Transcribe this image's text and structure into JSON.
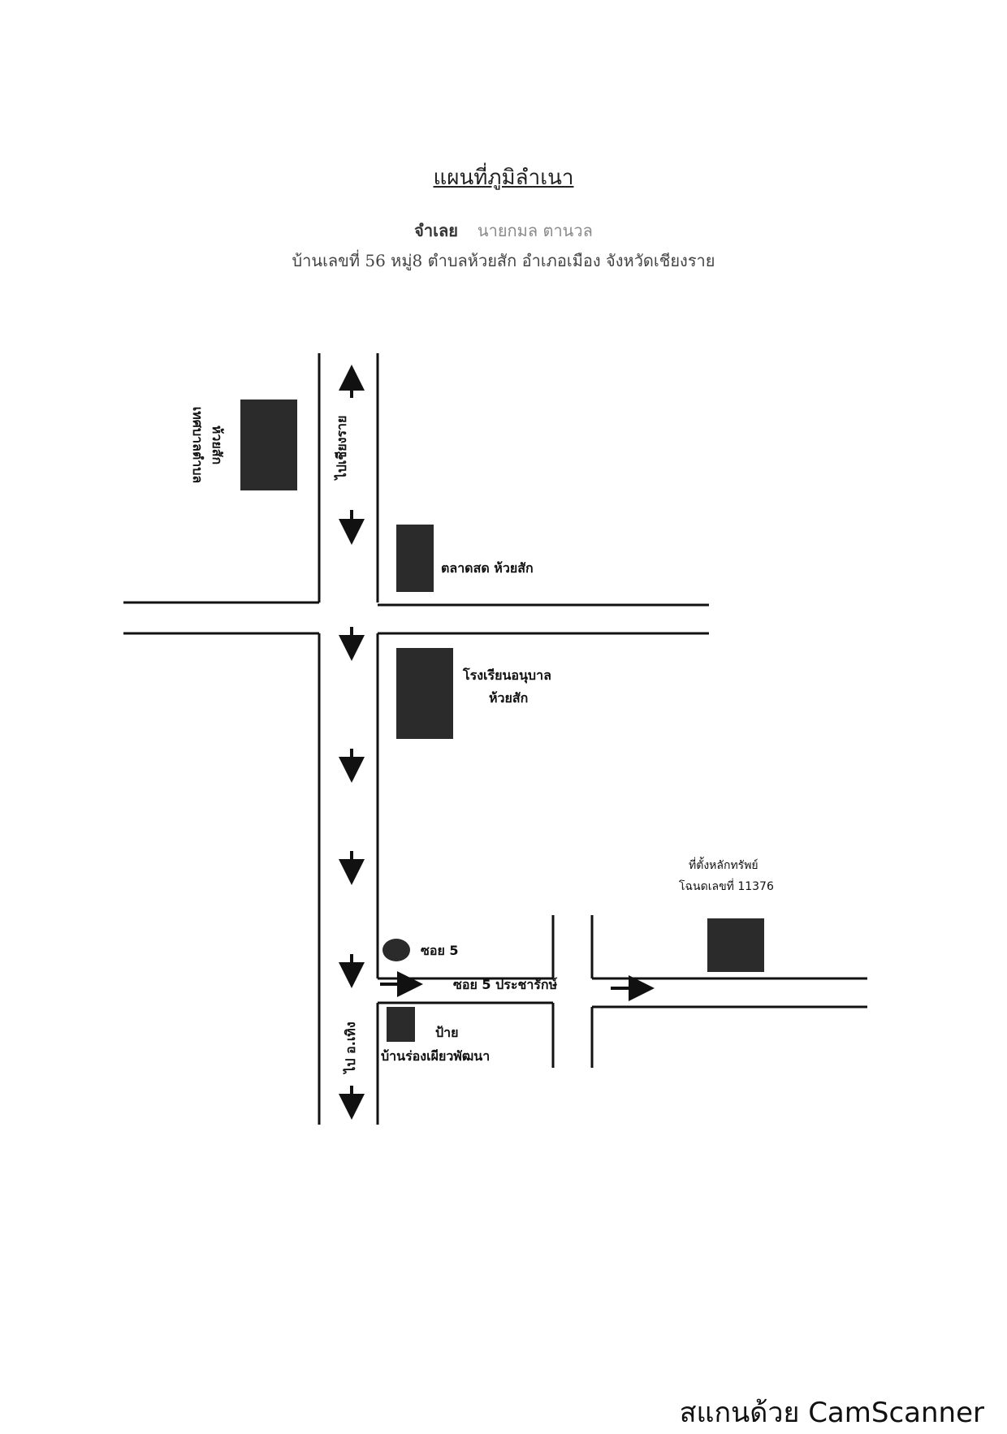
{
  "document": {
    "title": "แผนที่ภูมิลำเนา",
    "defendant_label": "จำเลย",
    "defendant_name": "นายกมล ตานวล",
    "address": "บ้านเลขที่  56  หมู่8 ตำบลห้วยสัก อำเภอเมือง จังหวัดเชียงราย"
  },
  "map": {
    "labels": {
      "municipality_line1": "เทศบาลตำบล",
      "municipality_line2": "ห้วยสัก",
      "to_chiang_rai": "ไปเชียงราย",
      "fresh_market": "ตลาดสด ห้วยสัก",
      "kindergarten_line1": "โรงเรียนอนุบาล",
      "kindergarten_line2": "ห้วยสัก",
      "property_line1": "ที่ตั้งหลักทรัพย์",
      "property_line2": "โฉนดเลขที่ 11376",
      "soi5": "ซอย 5",
      "soi5_road": "ซอย 5 ประชารักษ์",
      "sign_line1": "ป้าย",
      "sign_line2": "บ้านร่องเผียวพัฒนา",
      "to_thoeng": "ไป อ.เทิง"
    }
  },
  "footer": {
    "scanner_text": "สแกนด้วย CamScanner"
  }
}
